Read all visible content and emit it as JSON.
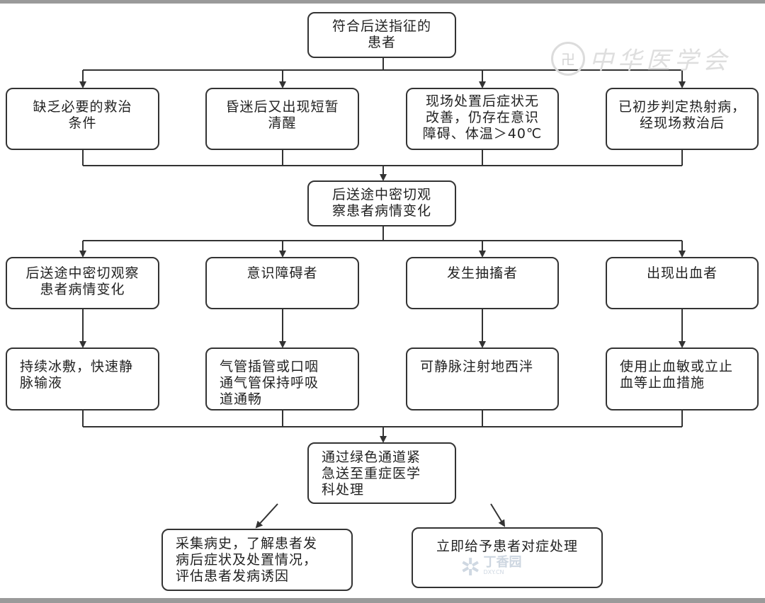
{
  "boxes": {
    "start": "符合后送指征的\n患者",
    "cond1": "缺乏必要的救治\n条件",
    "cond2": "昏迷后又出现短暂\n清醒",
    "cond3": "现场处置后症状无\n改善，仍存在意识\n障碍、体温＞40℃",
    "cond4": "已初步判定热射病，\n经现场救治后",
    "observe": "后送途中密切观\n察患者病情变化",
    "s1": "后送途中密切观察\n患者病情变化",
    "s2": "意识障碍者",
    "s3": "发生抽搐者",
    "s4": "出现出血者",
    "a1": "持续冰敷，快速静\n脉输液",
    "a2": "气管插管或口咽\n通气管保持呼吸\n道通畅",
    "a3": "可静脉注射地西泮",
    "a4": "使用止血敏或立止\n血等止血措施",
    "transfer": "通过绿色通道紧\n急送至重症医学\n科处理",
    "f1": "采集病史，了解患者发\n病后症状及处置情况，\n评估患者发病诱因",
    "f2": "立即给予患者对症处理"
  },
  "watermark": {
    "seal": "卍",
    "text": "中华医学会"
  },
  "watermark2": {
    "icon": "✲",
    "text": "丁香园",
    "sub": "DXY.CN"
  },
  "colors": {
    "line": "#333333",
    "border": "#333333",
    "frame": "#9a9a9a"
  }
}
